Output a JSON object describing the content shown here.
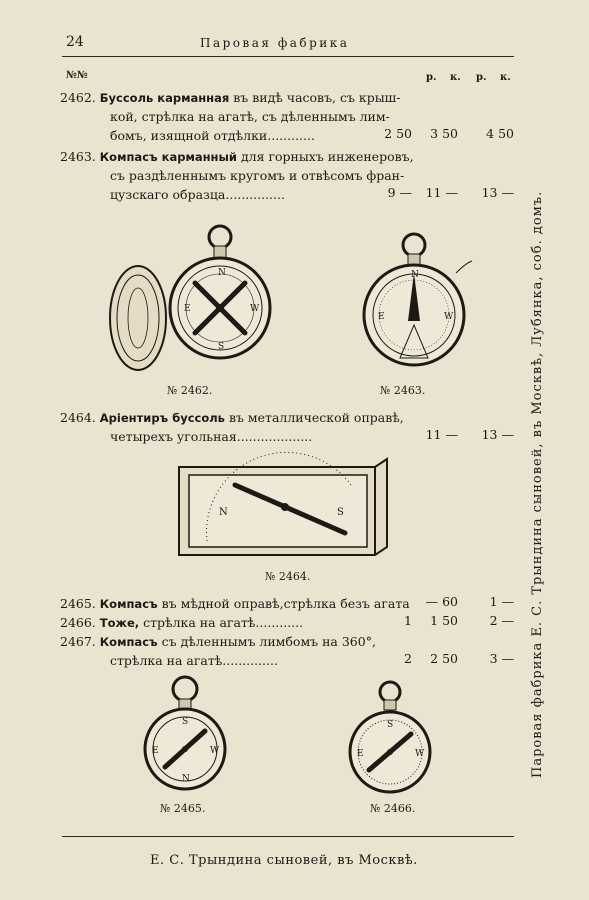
{
  "header": {
    "page_number": "24",
    "running_title": "Паровая фабрика"
  },
  "columns": {
    "number_mark": "№№",
    "currency": [
      "р.",
      "к.",
      "р.",
      "к."
    ]
  },
  "items": [
    {
      "number": "2462.",
      "name": "Буссоль карманная",
      "lines": [
        "въ видѣ часовъ, съ крыш-",
        "кой, стрѣлка на агатѣ, съ дѣленнымъ лим-",
        "бомъ, изящной отдѣлки............"
      ],
      "prices": [
        "2 50",
        "3 50",
        "4 50"
      ]
    },
    {
      "number": "2463.",
      "name": "Компасъ карманный",
      "lines": [
        "для горныхъ инженеровъ,",
        "съ раздѣленнымъ кругомъ и отвѣсомъ фран-",
        "цузскаго образца..............."
      ],
      "prices": [
        "9 —",
        "11 —",
        "13 —"
      ]
    },
    {
      "number": "2464.",
      "name": "Аріентиръ буссоль",
      "lines": [
        "въ металлической оправѣ,",
        "четырехъ угольная..................."
      ],
      "prices": [
        "11 —",
        "13 —"
      ]
    },
    {
      "number": "2465.",
      "name": "Компасъ",
      "lines": [
        "въ мѣдной оправѣ,стрѣлка безъ агата"
      ],
      "prices": [
        "— 60",
        "1 —"
      ]
    },
    {
      "number": "2466.",
      "name": "Тоже,",
      "lines": [
        "стрѣлка на агатѣ............"
      ],
      "prices": [
        "1",
        "1 50",
        "2 —"
      ]
    },
    {
      "number": "2467.",
      "name": "Компасъ",
      "lines": [
        "съ дѣленнымъ лимбомъ на 360°,",
        "стрѣлка на агатѣ.............."
      ],
      "prices": [
        "2",
        "2 50",
        "3 —"
      ]
    }
  ],
  "figures": {
    "f2462": "№ 2462.",
    "f2463": "№ 2463.",
    "f2464": "№ 2464.",
    "f2465": "№ 2465.",
    "f2466": "№ 2466."
  },
  "footer": "Е. С. Трындина сыновей, въ Москвѣ.",
  "side_band": "Паровая фабрика Е. С. Трындина сыновей, въ Москвѣ, Лубянка, соб. домъ."
}
